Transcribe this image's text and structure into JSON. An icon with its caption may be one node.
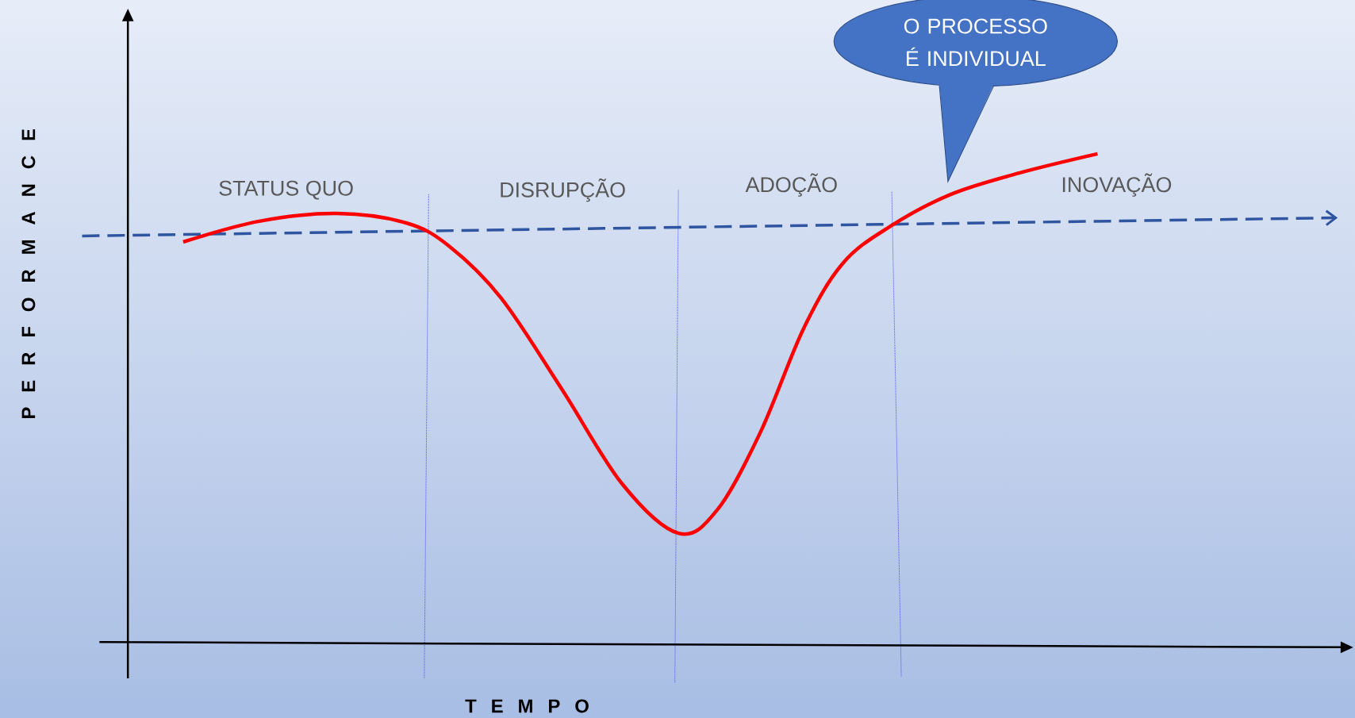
{
  "diagram": {
    "nodes": [
      {
        "text": [
          "O PROCESSO É INDIVIDUAL"
        ]
      }
    ],
    "labels": [
      "STATUS QUO",
      "DISRUPÇÃO",
      "ADOÇÃO",
      "INOVAÇÃO",
      "P E R F O R M A N C E",
      "T E M P O"
    ]
  }
}
